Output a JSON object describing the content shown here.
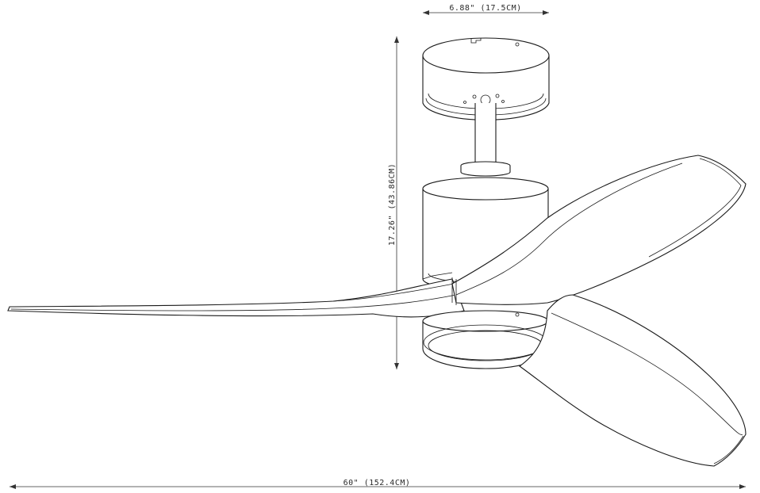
{
  "dimensions": {
    "canopy_width": "6.88\" (17.5CM)",
    "overall_height": "17.26\" (43.86CM)",
    "blade_span": "60\" (152.4CM)"
  }
}
